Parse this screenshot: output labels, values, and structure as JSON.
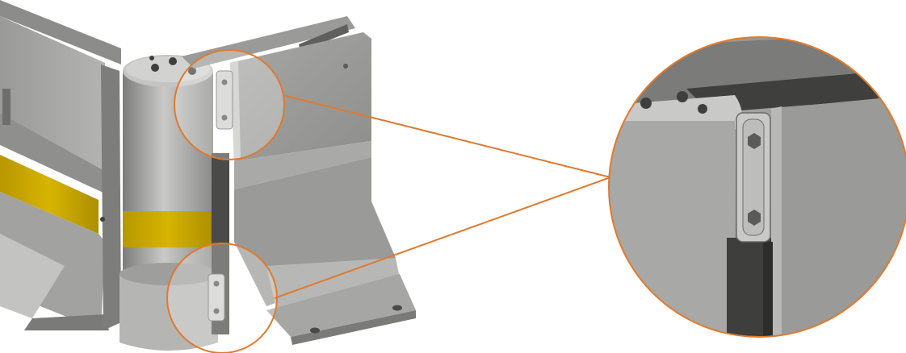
{
  "colors": {
    "background": "#ffffff",
    "callout": "#e07a2e",
    "metal_light": "#b9b9b7",
    "metal_mid": "#9c9c9a",
    "metal_dark": "#6f6f6d",
    "shadow": "#3f3f3e",
    "reflector_yellow": "#c9a800"
  },
  "callouts": {
    "top_joint": "magnify-circle",
    "bottom_joint": "magnify-circle",
    "detail_view": "magnified-hinge-plate"
  }
}
